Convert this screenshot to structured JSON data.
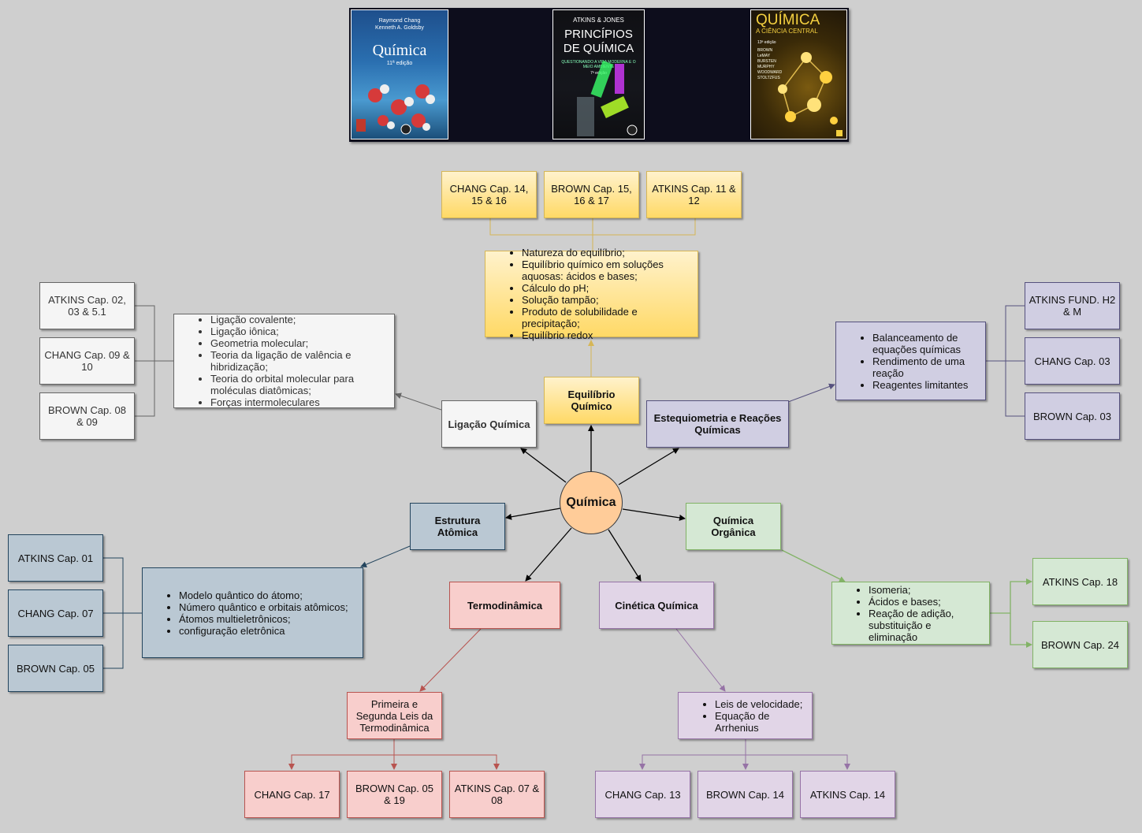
{
  "center": "Química",
  "books": [
    {
      "authors": [
        "Raymond Chang",
        "Kenneth A. Goldsby"
      ],
      "title": "Química",
      "edition": "11ª edição"
    },
    {
      "authors": [
        "ATKINS & JONES"
      ],
      "title": "PRINCÍPIOS DE QUÍMICA",
      "subtitle": "QUESTIONANDO A VIDA MODERNA E O MEIO AMBIENTE",
      "edition": "7ª edição"
    },
    {
      "authors": [
        "BROWN",
        "LeMAY",
        "BURSTEN",
        "MURPHY",
        "WOODWARD",
        "STOLTZFUS"
      ],
      "title": "QUÍMICA",
      "subtitle": "A CIÊNCIA CENTRAL",
      "edition": "13ª edição"
    }
  ],
  "topics": {
    "equilibrio": "Equilíbrio Químico",
    "ligacao": "Ligação Química",
    "estequiometria": "Estequiometria e Reações Químicas",
    "estrutura": "Estrutura Atômica",
    "organica": "Química Orgânica",
    "termo": "Termodinâmica",
    "cinetica": "Cinética Química"
  },
  "equilibrio": {
    "refs": [
      "CHANG Cap. 14, 15 & 16",
      "BROWN Cap. 15, 16 & 17",
      "ATKINS Cap. 11 & 12"
    ],
    "items": [
      "Natureza do equilíbrio;",
      "Equilíbrio químico em soluções aquosas: ácidos e bases;",
      "Cálculo do pH;",
      "Solução tampão;",
      "Produto de solubilidade e precipitação;",
      "Equilíbrio redox"
    ]
  },
  "ligacao": {
    "refs": [
      "ATKINS Cap. 02, 03 & 5.1",
      "CHANG Cap. 09 & 10",
      "BROWN Cap. 08 & 09"
    ],
    "items": [
      "Ligação covalente;",
      "Ligação iônica;",
      "Geometria molecular;",
      "Teoria da ligação de valência e hibridização;",
      "Teoria do orbital molecular para moléculas diatômicas;",
      "Forças intermoleculares"
    ]
  },
  "estequiometria": {
    "refs": [
      "ATKINS FUND. H2 & M",
      "CHANG Cap. 03",
      "BROWN Cap. 03"
    ],
    "items": [
      "Balanceamento de equações químicas",
      "Rendimento de uma reação",
      "Reagentes limitantes"
    ]
  },
  "estrutura": {
    "refs": [
      "ATKINS Cap. 01",
      "CHANG Cap. 07",
      "BROWN Cap. 05"
    ],
    "items": [
      "Modelo quântico do átomo;",
      "Número quântico e orbitais atômicos;",
      "Átomos multieletrônicos;",
      "configuração eletrônica"
    ]
  },
  "organica": {
    "refs": [
      "ATKINS Cap. 18",
      "BROWN Cap. 24"
    ],
    "items": [
      "Isomeria;",
      "Ácidos e bases;",
      "Reação de adição, substituição e eliminação"
    ]
  },
  "termo": {
    "sub": "Primeira e Segunda Leis da Termodinâmica",
    "refs": [
      "CHANG Cap. 17",
      "BROWN Cap. 05 & 19",
      "ATKINS Cap. 07 & 08"
    ]
  },
  "cinetica": {
    "items": [
      "Leis de velocidade;",
      "Equação de Arrhenius"
    ],
    "refs": [
      "CHANG Cap. 13",
      "BROWN Cap. 14",
      "ATKINS Cap. 14"
    ]
  },
  "colors": {
    "gray": "#f5f5f5",
    "yellow": "#ffd966",
    "blue": "#bac8d3",
    "purple": "#d0cee2",
    "green": "#d5e8d4",
    "red": "#f8cecc",
    "lilac": "#e1d5e7",
    "center": "#ffcc99"
  }
}
